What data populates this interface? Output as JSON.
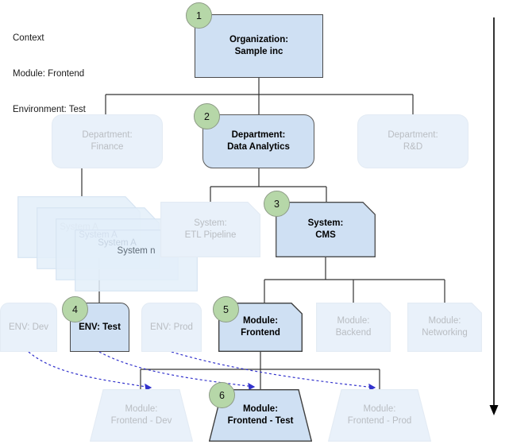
{
  "context": {
    "title": "Context",
    "module_line": "Module: Frontend",
    "environment_line": "Environment: Test"
  },
  "colors": {
    "active_fill": "#cfe0f3",
    "active_stroke": "#4a4a4a",
    "dim_fill": "#e9f1fa",
    "dim_stroke": "#e3ebf4",
    "dim_text": "#b9bdc2",
    "badge_fill": "#b6d7a8",
    "badge_stroke": "#8d9b86",
    "edge": "#333333",
    "dashed_edge": "#3333cc"
  },
  "levels": {
    "organization": {
      "line1": "Organization:",
      "line2": "Sample inc",
      "badge": "1"
    },
    "departments": [
      {
        "line1": "Department:",
        "line2": "Finance",
        "state": "dim"
      },
      {
        "line1": "Department:",
        "line2": "Data Analytics",
        "state": "active",
        "badge": "2"
      },
      {
        "line1": "Department:",
        "line2": "R&D",
        "state": "dim"
      }
    ],
    "systems_stack": [
      {
        "label": "System A",
        "state": "dim"
      },
      {
        "label": "System A",
        "state": "dim"
      },
      {
        "label": "System A",
        "state": "dim"
      },
      {
        "label": "System n",
        "state": "dim-strong"
      }
    ],
    "systems": [
      {
        "line1": "System:",
        "line2": "ETL Pipeline",
        "state": "dim"
      },
      {
        "line1": "System:",
        "line2": "CMS",
        "state": "active",
        "badge": "3"
      }
    ],
    "environments": [
      {
        "label": "ENV: Dev",
        "state": "dim"
      },
      {
        "label": "ENV: Test",
        "state": "active",
        "badge": "4"
      },
      {
        "label": "ENV: Prod",
        "state": "dim"
      }
    ],
    "modules": [
      {
        "line1": "Module:",
        "line2": "Frontend",
        "state": "active",
        "badge": "5"
      },
      {
        "line1": "Module:",
        "line2": "Backend",
        "state": "dim"
      },
      {
        "line1": "Module:",
        "line2": "Networking",
        "state": "dim"
      }
    ],
    "module_instances": [
      {
        "line1": "Module:",
        "line2": "Frontend - Dev",
        "state": "dim"
      },
      {
        "line1": "Module:",
        "line2": "Frontend - Test",
        "state": "active",
        "badge": "6"
      },
      {
        "line1": "Module:",
        "line2": "Frontend - Prod",
        "state": "dim"
      }
    ]
  },
  "flow_arrow": {
    "name": "downward-flow-arrow"
  }
}
